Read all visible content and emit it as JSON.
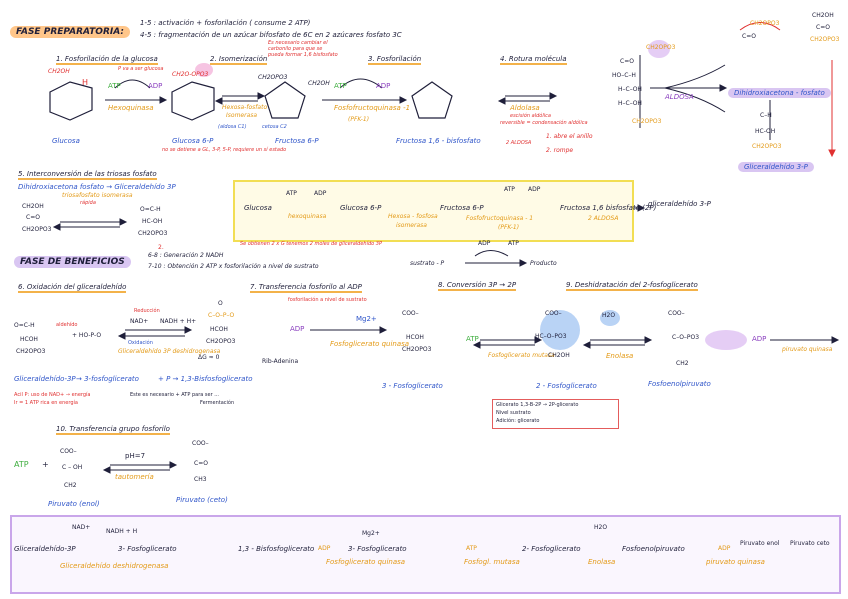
{
  "header": {
    "fase_preparatoria": "FASE PREPARATORIA:",
    "line1": "1-5 : activación + fosforilación ( consume 2 ATP)",
    "line2": "4-5 : fragmentación de un azúcar bifosfato de 6C en 2 azúcares fosfato 3C"
  },
  "steps": {
    "s1": "1. Fosforilación de la glucosa",
    "s2": "2. Isomerización",
    "s3": "3. Fosforilación",
    "s4": "4. Rotura molécula",
    "s5": "5. Interconversión de las triosas fosfato",
    "s6": "6. Oxidación del gliceraldehído",
    "s7": "7. Transferencia fosforilo al ADP",
    "s8": "8. Conversión 3P → 2P",
    "s9": "9. Deshidratación del 2-fosfoglicerato",
    "s10": "10. Transferencia grupo fosforilo"
  },
  "row1": {
    "ch2oh": "CH2OH",
    "h": "H",
    "atp": "ATP",
    "adp": "ADP",
    "hexoquinasa": "Hexoquinasa",
    "glucosa": "Glucosa",
    "p_note": "P va a ser glucosa",
    "ch2o_opo3": "CH2O-OPO3",
    "glucosa6p": "Glucosa 6-P",
    "hexosa_fosfato": "Hexosa-fosfato",
    "isomerasa": "Isomerasa",
    "aldosa_c1": "(aldosa C1)",
    "cetosa_c2": "cetosa C2",
    "note_isom": "Es necesario cambiar el carbonilo para que se pueda formar 1,6 bisfosfato",
    "note_glucosa6p": "no se detiene a GL, 3-P, 5-P, requiere un sí estado",
    "fructosa6p": "Fructosa 6-P",
    "ch2opo3": "CH2OPO3",
    "ch2oh2": "CH2OH",
    "atp2": "ATP",
    "adp2": "ADP",
    "pfk": "Fosfofructoquinasa -1",
    "pfk_abbr": "(PFK-1)",
    "fructosa16": "Fructosa 1,6 - bisfosfato",
    "aldolasa": "Aldolasa",
    "aldolasa_note1": "escisión aldólica",
    "aldolasa_note2": "reversible = condensación aldólica",
    "aldosa_step1": "1. abre el anillo",
    "aldosa_step2": "2. rompe",
    "aldosa_label": "2 ALDOSA",
    "ch2opo3_top": "CH2OPO3",
    "aldosa_big": "ALDOSA",
    "dhap": "Dihidroxiacetona - fosfato",
    "ch2oh_dhap": "CH2OH",
    "c_o": "C=O",
    "ch2opo3_dhap": "CH2OPO3",
    "gliceraldehido3p": "Gliceraldehído 3-P",
    "hc_oh": "HC-OH",
    "ch2opo3_g3p": "CH2OPO3",
    "c_h": "C–H",
    "ho_c_h": "HO–C–H",
    "h_c_oh": "H–C–OH",
    "c_eq_o": "C=O"
  },
  "row2": {
    "dhap_to_g3p": "Dihidroxiacetona fosfato → Gliceraldehído 3P",
    "triosa": "triosafosfato isomerasa",
    "rapida": "rápida",
    "ch2oh": "CH2OH",
    "c_o": "C=O",
    "ch2opo3": "CH2OPO3",
    "ch2opo3_b": "CH2OPO3",
    "hc_oh": "HC-OH",
    "o_c_h": "O=C-H",
    "note2": "2."
  },
  "summary": {
    "glucosa": "Glucosa",
    "atp": "ATP",
    "adp": "ADP",
    "hexoquinasa": "hexoquinasa",
    "glucosa6p": "Glucosa 6-P",
    "hexosa": "Hexosa - fosfosa",
    "isomerasa": "isomerasa",
    "fructosa6p": "Fructosa 6-P",
    "atp2": "ATP",
    "adp2": "ADP",
    "pfk": "Fosfofructoquinasa - 1",
    "pfk_abbr": "(PFK-1)",
    "fructosa16": "Fructosa 1,6 bisfosfato (2P)",
    "aldosa": "2 ALDOSA",
    "g3p": "gliceraldehído 3-P",
    "note": "Se obtienen 2 x G tenemos 2 moles de gliceraldehído 3P"
  },
  "beneficios": {
    "title": "FASE DE BENEFICIOS",
    "line1": "6-8 : Generación 2 NADH",
    "line2": "7-10 : Obtención 2 ATP x fosforilación a nivel de sustrato",
    "sustrato": "sustrato - P",
    "adp": "ADP",
    "atp": "ATP",
    "producto": "Producto"
  },
  "row3": {
    "o_c_h": "O=C-H",
    "hcoh": "HCOH",
    "ch2opo3": "CH2OPO3",
    "aldehido": "aldehído",
    "plus_hopo": "+ HO-P-O",
    "nad": "NAD+",
    "nadh": "NADH + H+",
    "gdh": "Gliceraldehído 3P deshidrogenasa",
    "oxida": "Oxidación",
    "reduccion": "Reducción",
    "dg": "ΔG ≈ 0",
    "g3p_seq": "Gliceraldehído-3P",
    "arrow1": "→ 3-fosfoglicerato",
    "arrow2": "+ P → 1,3-Bisfosfoglicerato",
    "note_a": "Acil P: uso de NAD+ → energía",
    "note_b": "Ir = 1 ATP rica en energía",
    "note_c": "Este es necesario + ATP para ser ...",
    "note_d": "Fermentación",
    "acyl_top": "O",
    "acyl_c": "C–O–P–O",
    "acyl_hcoh": "HCOH",
    "acyl_ch2": "CH2OPO3",
    "rib": "Rib-Adenina",
    "adp": "ADP",
    "mg": "Mg2+",
    "pgk": "Fosfoglicerato quinasa",
    "pgk_note": "fosforilación a nivel de sustrato",
    "pg3": "3 - Fosfoglicerato",
    "atp": "ATP",
    "pgm": "Fosfoglicerato mutasa",
    "pg2": "2 - Fosfoglicerato",
    "h2o": "H2O",
    "enolasa": "Enolasa",
    "pep": "Fosfoenolpiruvato",
    "adp2": "ADP",
    "pk": "piruvato quinasa",
    "coo": "COO–",
    "hcoh_b": "HCOH",
    "ch2opo3_b": "CH2OPO3",
    "hc_o_po3": "HC–O–PO3",
    "ch2oh": "CH2OH",
    "c_opo3": "C–O–PO3",
    "ch2": "CH2",
    "red_box1": "Glicerato 1,3-B-2P → 2P-glicerato",
    "red_box2": "Nivel sustrato",
    "red_box3": "Adición: glicerato"
  },
  "row4": {
    "atp": "ATP",
    "plus": "+",
    "c_oh": "C – OH",
    "ch2": "CH2",
    "ph": "pH=7",
    "tautomeria": "tautomería",
    "piruvato_enol": "Piruvato (enol)",
    "c_o": "C=O",
    "ch3": "CH3",
    "piruvato_ceto": "Piruvato (ceto)"
  },
  "final": {
    "nad": "NAD+",
    "nadh": "NADH + H",
    "g3p": "Gliceraldehído-3P",
    "pg3": "3- Fosfoglicerato",
    "bpg": "1,3 - Bisfosfoglicerato",
    "adp": "ADP",
    "mg": "Mg2+",
    "pg3b": "3- Fosfoglicerato",
    "atp": "ATP",
    "pg2": "2- Fosfoglicerato",
    "h2o": "H2O",
    "pep": "Fosfoenolpiruvato",
    "adp2": "ADP",
    "pir_enol": "Piruvato enol",
    "pir_ceto": "Piruvato ceto",
    "gdh": "Gliceraldehído deshidrogenasa",
    "pgk": "Fosfoglicerato quinasa",
    "pgm": "Fosfogl. mutasa",
    "enolasa": "Enolasa",
    "pk": "piruvato quinasa"
  }
}
